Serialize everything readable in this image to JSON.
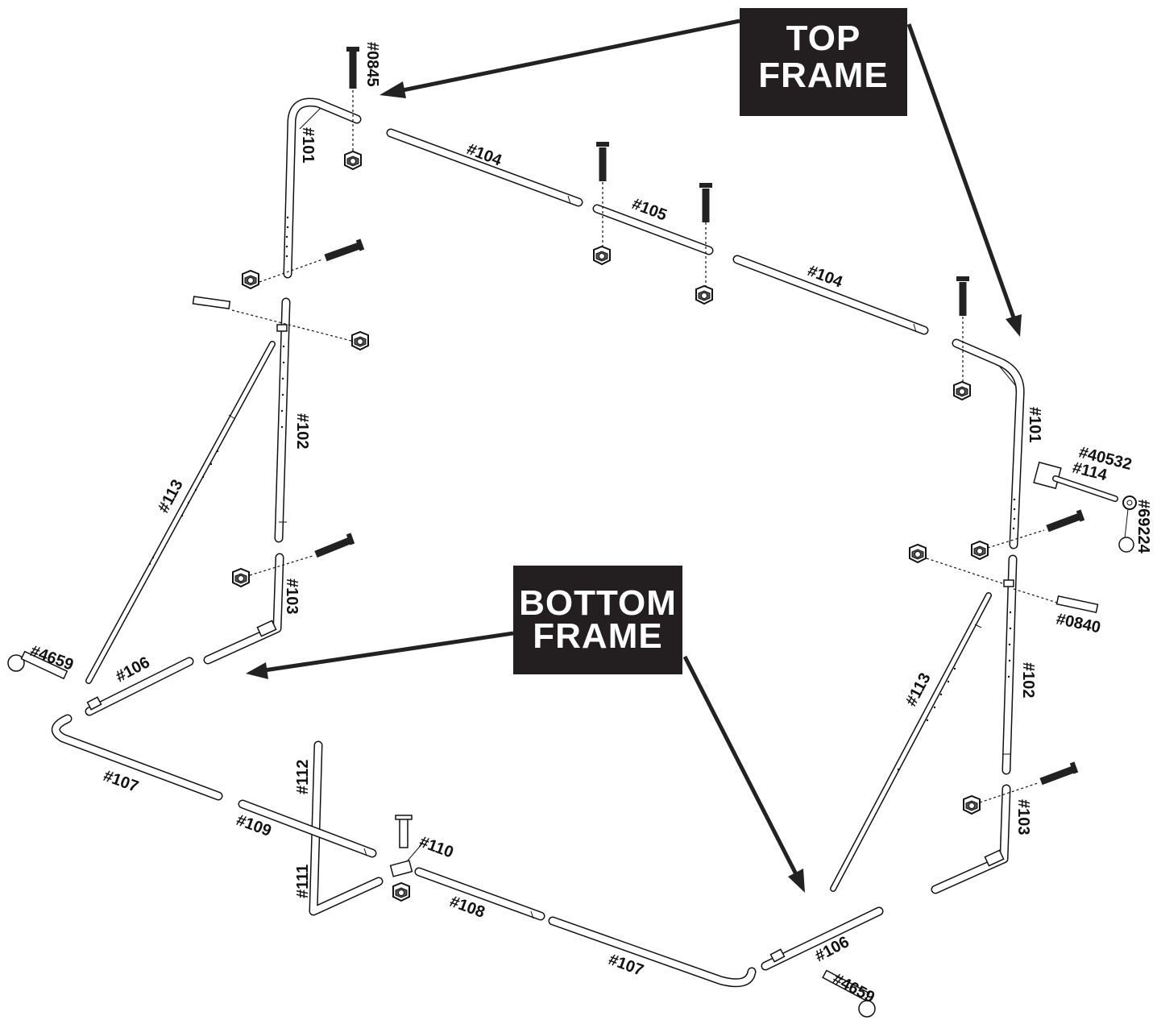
{
  "callouts": {
    "top_frame": [
      "TOP",
      "FRAME"
    ],
    "bottom_frame": [
      "BOTTOM",
      "FRAME"
    ]
  },
  "parts": {
    "p0845_top": "#0845",
    "p101_left": "#101",
    "p104_a": "#104",
    "p105": "#105",
    "p104_b": "#104",
    "p101_right": "#101",
    "p102_left": "#102",
    "p113_left": "#113",
    "p103_left": "#103",
    "p4659_left": "#4659",
    "p106_left": "#106",
    "p107_left": "#107",
    "p112": "#112",
    "p109": "#109",
    "p111": "#111",
    "p110": "#110",
    "p108": "#108",
    "p107_bottom": "#107",
    "p106_right": "#106",
    "p4659_right": "#4659",
    "p40532": "#40532",
    "p114": "#114",
    "p69224": "#69224",
    "p0840": "#0840",
    "p113_right": "#113",
    "p102_right": "#102",
    "p103_right": "#103"
  }
}
